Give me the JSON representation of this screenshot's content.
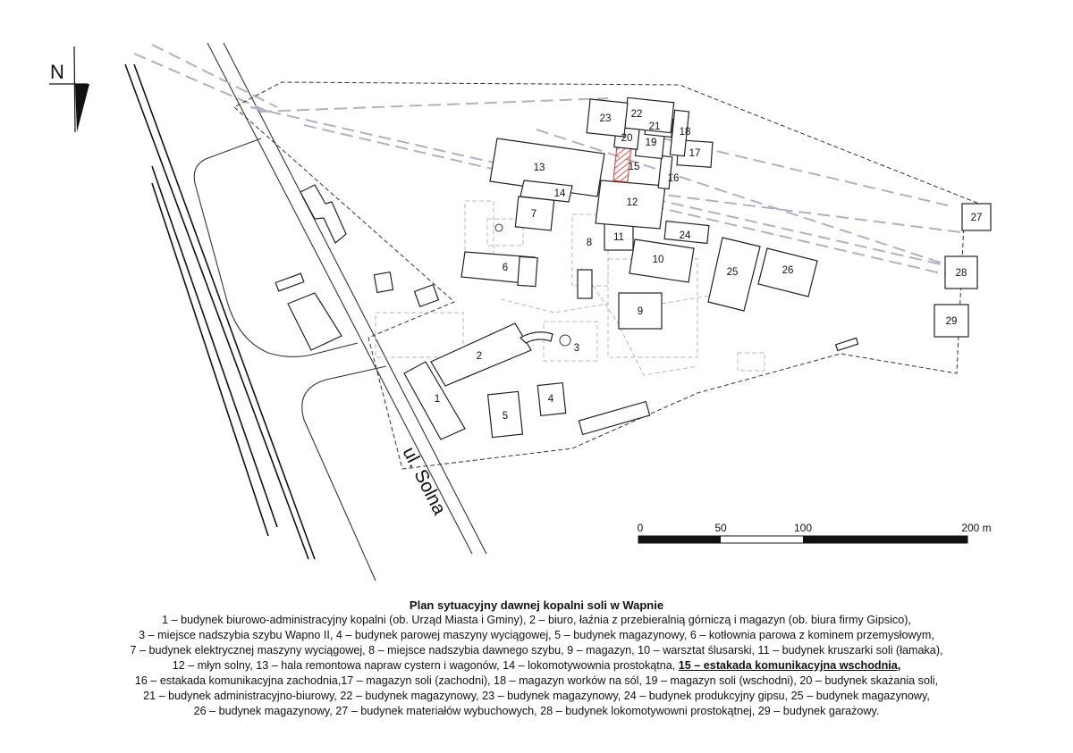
{
  "north_label": "N",
  "street_label": "ul. Solna",
  "scale_bar": {
    "ticks": [
      "0",
      "50",
      "100",
      "200 m"
    ]
  },
  "buildings": [
    {
      "id": "1",
      "label": "1"
    },
    {
      "id": "2",
      "label": "2"
    },
    {
      "id": "3",
      "label": "3"
    },
    {
      "id": "4",
      "label": "4"
    },
    {
      "id": "5",
      "label": "5"
    },
    {
      "id": "6",
      "label": "6"
    },
    {
      "id": "7",
      "label": "7"
    },
    {
      "id": "8",
      "label": "8"
    },
    {
      "id": "9",
      "label": "9"
    },
    {
      "id": "10",
      "label": "10"
    },
    {
      "id": "11",
      "label": "11"
    },
    {
      "id": "12",
      "label": "12"
    },
    {
      "id": "13",
      "label": "13"
    },
    {
      "id": "14",
      "label": "14"
    },
    {
      "id": "15",
      "label": "15"
    },
    {
      "id": "16",
      "label": "16"
    },
    {
      "id": "17",
      "label": "17"
    },
    {
      "id": "18",
      "label": "18"
    },
    {
      "id": "19",
      "label": "19"
    },
    {
      "id": "20",
      "label": "20"
    },
    {
      "id": "21",
      "label": "21"
    },
    {
      "id": "22",
      "label": "22"
    },
    {
      "id": "23",
      "label": "23"
    },
    {
      "id": "24",
      "label": "24"
    },
    {
      "id": "25",
      "label": "25"
    },
    {
      "id": "26",
      "label": "26"
    },
    {
      "id": "27",
      "label": "27"
    },
    {
      "id": "28",
      "label": "28"
    },
    {
      "id": "29",
      "label": "29"
    }
  ],
  "highlight_color": "#e05050",
  "caption": {
    "title": "Plan sytuacyjny dawnej kopalni soli w Wapnie",
    "line1": "1 – budynek biurowo-administracyjny kopalni (ob. Urząd Miasta i Gminy), 2 – biuro, łaźnia z przebieralnią górniczą i magazyn (ob. biura firmy Gipsico),",
    "line2": "3 – miejsce nadszybia szybu Wapno II, 4 – budynek parowej maszyny wyciągowej, 5 – budynek magazynowy, 6 – kotłownia parowa z kominem przemysłowym,",
    "line3": "7 – budynek elektrycznej maszyny wyciągowej, 8 – miejsce nadszybia dawnego szybu, 9 – magazyn, 10 – warsztat ślusarski, 11 – budynek kruszarki soli (łamaka),",
    "line4_a": "12 – młyn solny, 13 – hala remontowa napraw cystern i wagonów, 14 – lokomotywownia prostokątna,",
    "line4_b": "15 – estakada komunikacyjna wschodnia,",
    "line5": "16 – estakada komunikacyjna zachodnia,17 – magazyn soli (zachodni), 18 – magazyn worków na sól, 19 – magazyn soli (wschodni), 20 – budynek skażania soli,",
    "line6": "21 – budynek administracyjno-biurowy, 22 – budynek magazynowy, 23 – budynek magazynowy, 24 – budynek produkcyjny gipsu, 25 – budynek magazynowy,",
    "line7": "26 – budynek magazynowy, 27 – budynek materiałów wybuchowych, 28 – budynek lokomotywowni prostokątnej, 29 – budynek garażowy."
  }
}
